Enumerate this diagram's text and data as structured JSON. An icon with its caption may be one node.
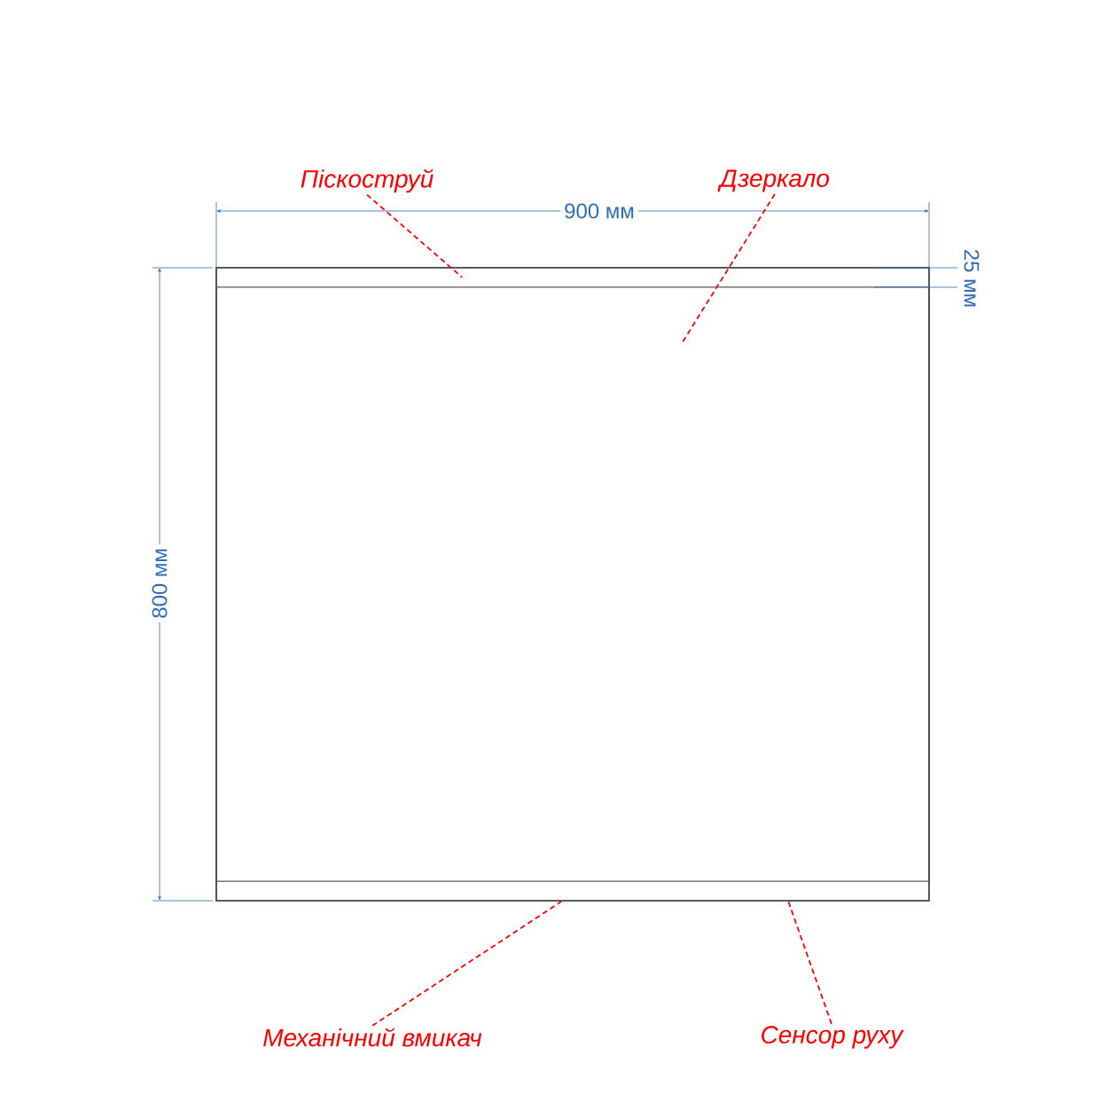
{
  "diagram": {
    "nodes": [
      {
        "text": [
          "Піскоструй"
        ]
      },
      {
        "text": [
          "Дзеркало"
        ]
      },
      {
        "text": [
          "Механічний вмикач"
        ]
      },
      {
        "text": [
          "Сенсор руху"
        ]
      },
      {
        "text": [],
        "shape": "box"
      },
      {
        "text": [],
        "shape": "bar",
        "in": 4
      },
      {
        "text": [],
        "shape": "bar",
        "in": 4
      }
    ],
    "edges": [
      {
        "from": 0,
        "to": 5,
        "arrow": "none",
        "style": "dashed"
      },
      {
        "from": 1,
        "to": 4,
        "arrow": "none",
        "style": "dashed"
      },
      {
        "from": 2,
        "to": 6,
        "arrow": "none",
        "style": "dashed"
      },
      {
        "from": 3,
        "to": 6,
        "arrow": "none",
        "style": "dashed"
      }
    ],
    "labels": [
      "900 мм",
      "25 мм",
      "800 мм"
    ]
  }
}
